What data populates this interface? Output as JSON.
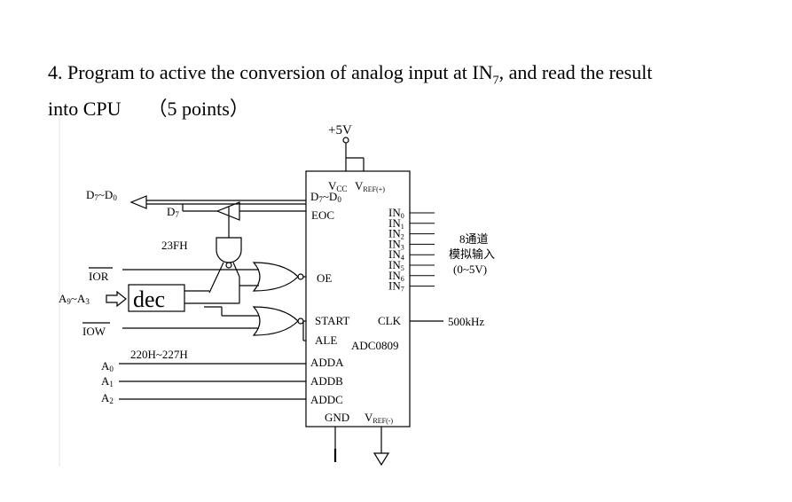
{
  "question": {
    "number": "4.",
    "text_line1": "Program to active the conversion of analog input at IN",
    "text_line1_sub": "7",
    "text_line1_end": ", and read the result",
    "text_line2": "into CPU",
    "points": "（5 points）"
  },
  "diagram": {
    "vcc_label": "+5V",
    "chip": {
      "name": "ADC0809",
      "vcc": "V",
      "vcc_sub": "CC",
      "vref_pos": "V",
      "vref_pos_sub": "REF(+)",
      "data_bus": "D",
      "data_bus_sub1": "7",
      "data_bus_mid": "~D",
      "data_bus_sub2": "0",
      "eoc": "EOC",
      "oe": "OE",
      "start": "START",
      "clk": "CLK",
      "ale": "ALE",
      "adda": "ADDA",
      "addb": "ADDB",
      "addc": "ADDC",
      "gnd": "GND",
      "vref_neg": "V",
      "vref_neg_sub": "REF(-)",
      "inputs": [
        "IN",
        "IN",
        "IN",
        "IN",
        "IN",
        "IN",
        "IN",
        "IN"
      ],
      "input_subs": [
        "0",
        "1",
        "2",
        "3",
        "4",
        "5",
        "6",
        "7"
      ]
    },
    "analog_label_line1": "8通道",
    "analog_label_line2": "模拟输入",
    "analog_range": "(0~5V)",
    "clock_freq": "500kHz",
    "left": {
      "bus": "D",
      "bus_sub1": "7",
      "bus_mid": "~D",
      "bus_sub2": "0",
      "d7": "D",
      "d7_sub": "7",
      "addr_23fh": "23FH",
      "ior": "IOR",
      "addr_bus": "A",
      "addr_bus_sub1": "9",
      "addr_bus_mid": "~A",
      "addr_bus_sub2": "3",
      "decoder": "dec",
      "iow": "IOW",
      "addr_range": "220H~227H",
      "a0": "A",
      "a0_sub": "0",
      "a1": "A",
      "a1_sub": "1",
      "a2": "A",
      "a2_sub": "2"
    }
  }
}
